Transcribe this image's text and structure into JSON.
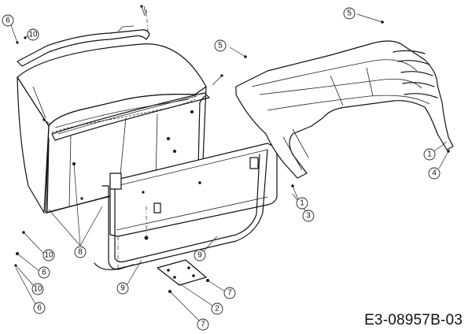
{
  "drawing_code": "E3-08957B-03",
  "callouts": [
    {
      "label": "6"
    },
    {
      "label": "10"
    },
    {
      "label": "5"
    },
    {
      "label": "5"
    },
    {
      "label": "1"
    },
    {
      "label": "4"
    },
    {
      "label": "1"
    },
    {
      "label": "3"
    },
    {
      "label": "8"
    },
    {
      "label": "10"
    },
    {
      "label": "6"
    },
    {
      "label": "10"
    },
    {
      "label": "6"
    },
    {
      "label": "9"
    },
    {
      "label": "9"
    },
    {
      "label": "7"
    },
    {
      "label": "2"
    },
    {
      "label": "7"
    }
  ]
}
